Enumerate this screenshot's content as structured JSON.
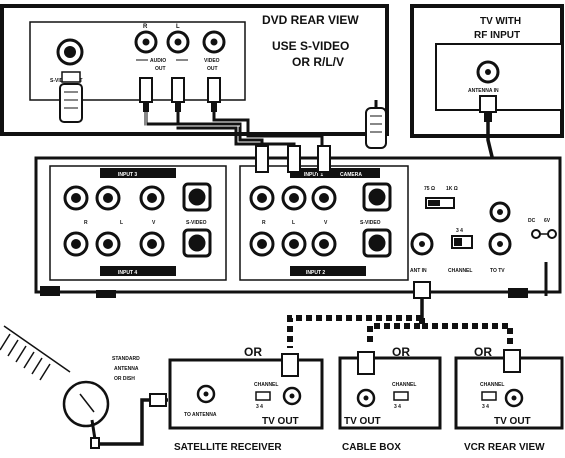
{
  "dvd": {
    "title": "DVD REAR VIEW",
    "note_line1": "USE S-VIDEO",
    "note_line2": "OR R/L/V",
    "svideo_out": "S-VIDEO OUT",
    "r": "R",
    "l": "L",
    "audio_out": "AUDIO",
    "out": "OUT",
    "video_out_1": "VIDEO",
    "video_out_2": "OUT"
  },
  "tv": {
    "title_line1": "TV WITH",
    "title_line2": "RF INPUT",
    "antenna_in": "ANTENNA IN"
  },
  "vcr": {
    "input_3": "INPUT 3",
    "input_4": "INPUT 4",
    "input_1": "INPUT 1",
    "input_2": "INPUT 2",
    "input_1_extra": "CAMERA",
    "r": "R",
    "l": "L",
    "v": "V",
    "svideo": "S-VIDEO",
    "ohm75": "75 Ω",
    "ohm1k": "1K Ω",
    "ant_in": "ANT IN",
    "channel": "CHANNEL",
    "ch_numbers": "3  4",
    "to_tv": "TO TV",
    "dc": "DC",
    "volt": "6V"
  },
  "antenna": {
    "line1": "STANDARD",
    "line2": "ANTENNA",
    "line3": "OR DISH"
  },
  "satellite": {
    "to_antenna": "TO ANTENNA",
    "channel": "CHANNEL",
    "ch_numbers": "3  4",
    "tv_out": "TV OUT",
    "caption": "SATELLITE RECEIVER"
  },
  "cable": {
    "channel": "CHANNEL",
    "ch_numbers": "3  4",
    "tv_out": "TV OUT",
    "caption": "CABLE BOX"
  },
  "vcr_rear": {
    "channel": "CHANNEL",
    "ch_numbers": "3  4",
    "tv_out": "TV OUT",
    "caption": "VCR REAR VIEW"
  },
  "or_labels": [
    "OR",
    "OR",
    "OR"
  ]
}
